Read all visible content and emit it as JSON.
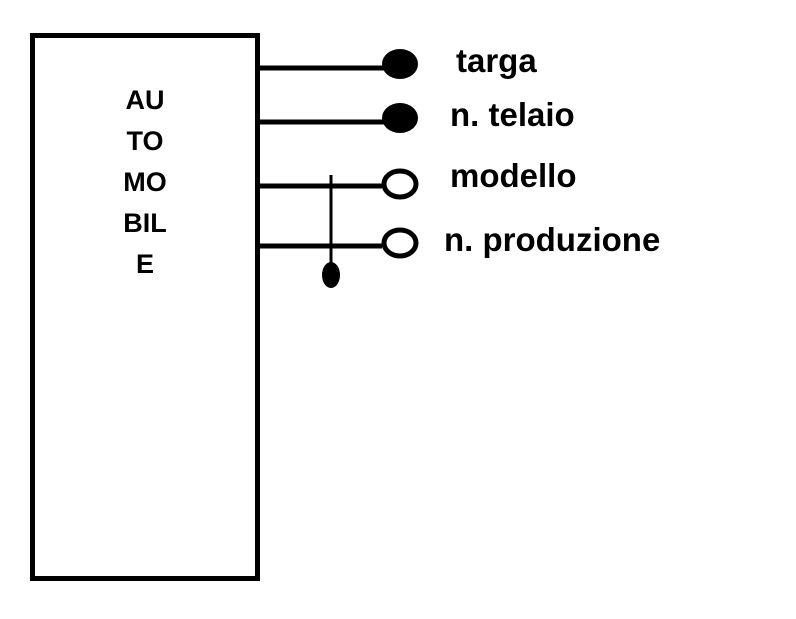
{
  "entity": {
    "name": "AUTOMOBILE"
  },
  "attributes": [
    {
      "label": "targa",
      "identifier": true
    },
    {
      "label": "n. telaio",
      "identifier": true
    },
    {
      "label": "modello",
      "identifier": false
    },
    {
      "label": "n. produzione",
      "identifier": false
    }
  ],
  "composite_identifier": {
    "members": [
      "modello",
      "n. produzione"
    ]
  },
  "colors": {
    "stroke": "#000000",
    "background": "#ffffff"
  }
}
